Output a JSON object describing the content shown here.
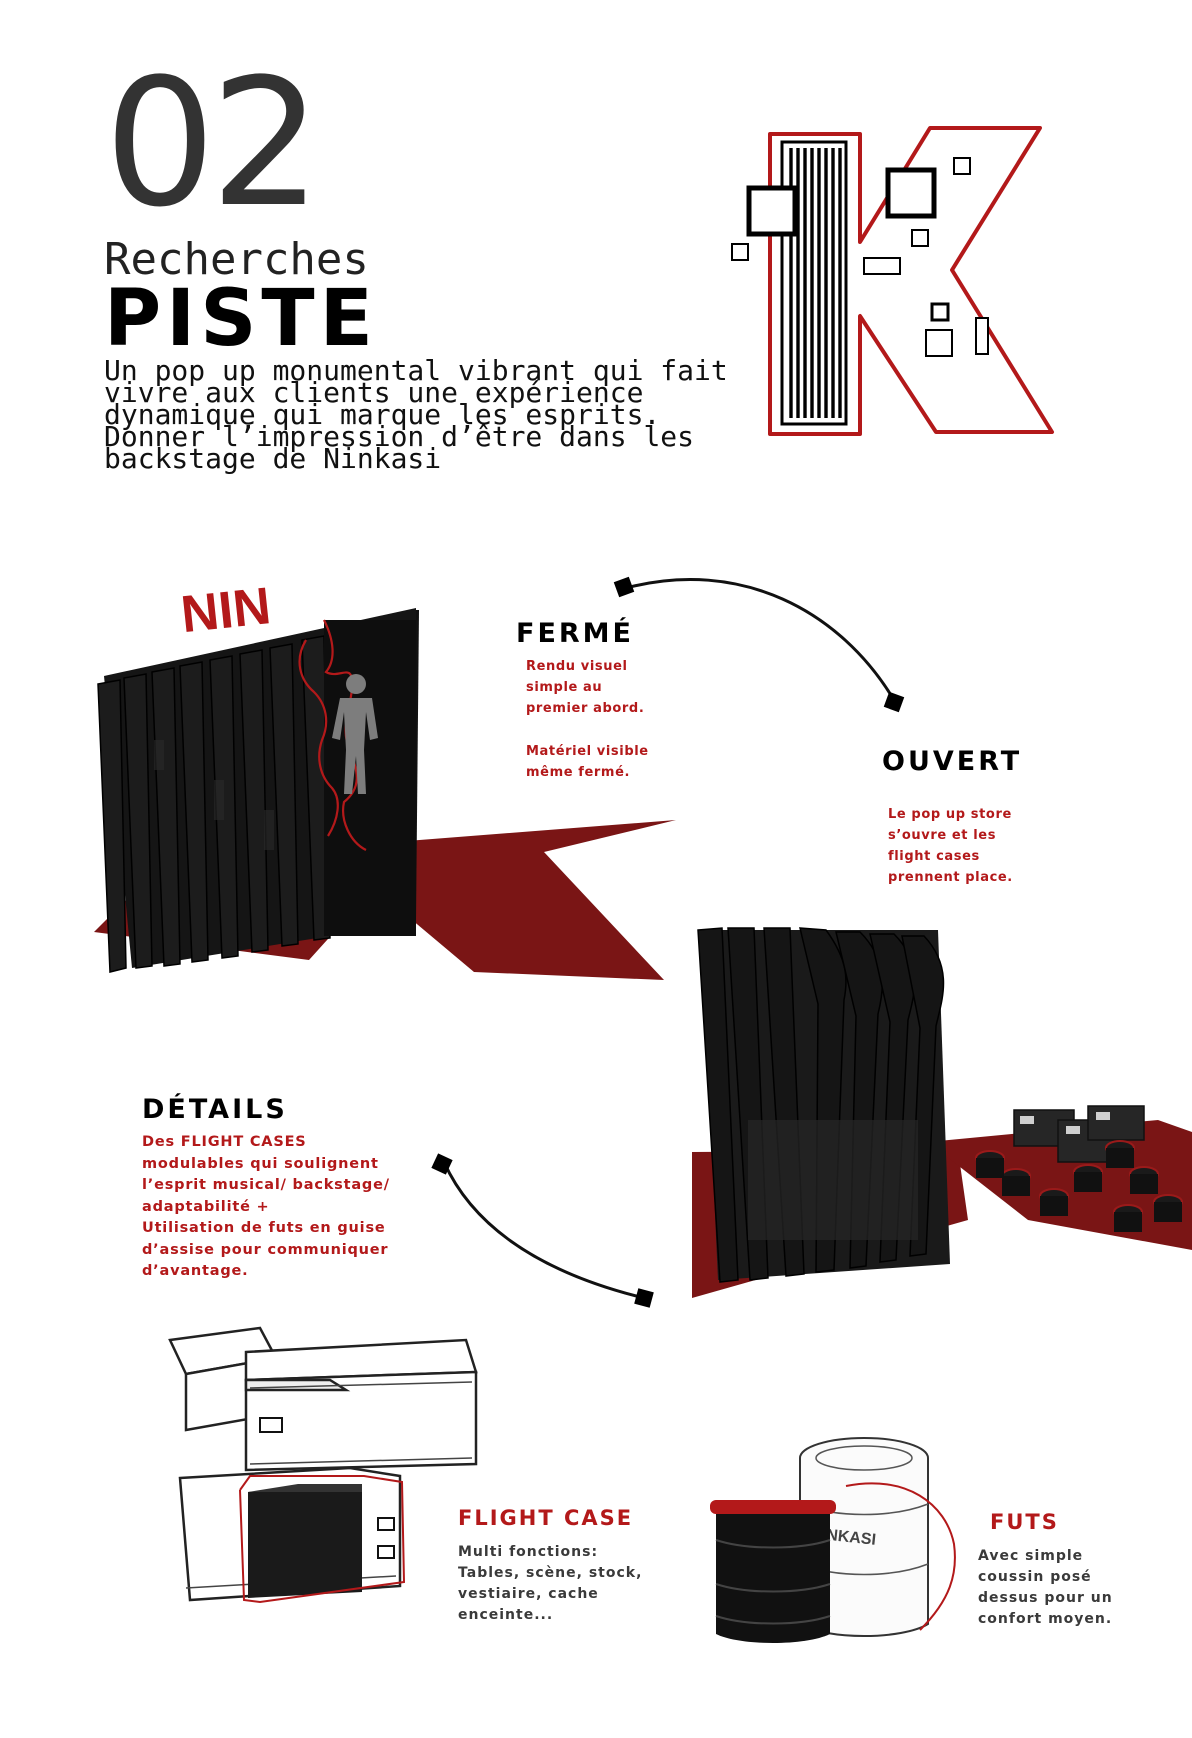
{
  "header": {
    "number": "02",
    "subtitle": "Recherches",
    "title": "PISTE",
    "intro": "Un pop up monumental vibrant qui fait vivre aux clients une expérience dynamique qui marque les esprits. Donner l’impression d’être dans les backstage de Ninkasi"
  },
  "logo": {
    "letter": "K",
    "icon": "ninkasi-k-logo"
  },
  "sections": {
    "ferme": {
      "heading": "FERMÉ",
      "text1": "Rendu visuel\nsimple au\npremier abord.",
      "text2": "Matériel visible\nmême fermé."
    },
    "ouvert": {
      "heading": "OUVERT",
      "text": "Le pop up store\ns’ouvre et les\nflight cases\nprennent place."
    },
    "details": {
      "heading": "DÉTAILS",
      "text": "Des FLIGHT CASES\nmodulables qui soulignent\nl’esprit musical/ backstage/\nadaptabilité +\nUtilisation de futs en guise\nd’assise pour communiquer\nd’avantage."
    },
    "flight_case": {
      "heading": "FLIGHT CASE",
      "text": "Multi fonctions:\nTables, scène, stock,\nvestiaire, cache\nenceinte..."
    },
    "futs": {
      "heading": "FUTS",
      "text": "Avec simple\ncoussin posé\ndessus pour un\nconfort moyen."
    }
  },
  "render_labels": {
    "nin_sign": "NIN",
    "keg_label": "NINKASI"
  },
  "colors": {
    "accent_red": "#b3191a",
    "floor_red": "#7a1515",
    "panel_black": "#1b1b1b",
    "number_grey": "#333333"
  }
}
